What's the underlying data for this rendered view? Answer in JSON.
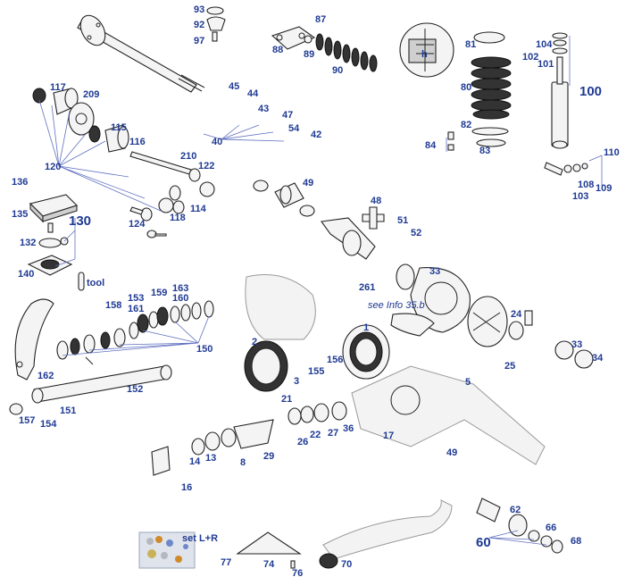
{
  "callouts": [
    {
      "id": "c93",
      "text": "93"
    },
    {
      "id": "c92",
      "text": "92"
    },
    {
      "id": "c97",
      "text": "97"
    },
    {
      "id": "c87",
      "text": "87"
    },
    {
      "id": "c88",
      "text": "88"
    },
    {
      "id": "c89",
      "text": "89"
    },
    {
      "id": "c90",
      "text": "90"
    },
    {
      "id": "c81",
      "text": "81"
    },
    {
      "id": "ch",
      "text": "h"
    },
    {
      "id": "c80",
      "text": "80"
    },
    {
      "id": "c82",
      "text": "82"
    },
    {
      "id": "c83",
      "text": "83"
    },
    {
      "id": "c84",
      "text": "84"
    },
    {
      "id": "c104",
      "text": "104"
    },
    {
      "id": "c102",
      "text": "102"
    },
    {
      "id": "c101",
      "text": "101"
    },
    {
      "id": "c100",
      "text": "100"
    },
    {
      "id": "c110",
      "text": "110"
    },
    {
      "id": "c108",
      "text": "108"
    },
    {
      "id": "c109",
      "text": "109"
    },
    {
      "id": "c103",
      "text": "103"
    },
    {
      "id": "c117",
      "text": "117"
    },
    {
      "id": "c209",
      "text": "209"
    },
    {
      "id": "c45",
      "text": "45"
    },
    {
      "id": "c44",
      "text": "44"
    },
    {
      "id": "c43",
      "text": "43"
    },
    {
      "id": "c47",
      "text": "47"
    },
    {
      "id": "c54",
      "text": "54"
    },
    {
      "id": "c40",
      "text": "40"
    },
    {
      "id": "c42",
      "text": "42"
    },
    {
      "id": "c115",
      "text": "115"
    },
    {
      "id": "c116",
      "text": "116"
    },
    {
      "id": "c120",
      "text": "120"
    },
    {
      "id": "c210",
      "text": "210"
    },
    {
      "id": "c122",
      "text": "122"
    },
    {
      "id": "c136",
      "text": "136"
    },
    {
      "id": "c135",
      "text": "135"
    },
    {
      "id": "c130",
      "text": "130"
    },
    {
      "id": "c132",
      "text": "132"
    },
    {
      "id": "c140",
      "text": "140"
    },
    {
      "id": "ctool",
      "text": "tool"
    },
    {
      "id": "c124",
      "text": "124"
    },
    {
      "id": "c118",
      "text": "118"
    },
    {
      "id": "c114",
      "text": "114"
    },
    {
      "id": "c49a",
      "text": "49"
    },
    {
      "id": "c48",
      "text": "48"
    },
    {
      "id": "c51",
      "text": "51"
    },
    {
      "id": "c52",
      "text": "52"
    },
    {
      "id": "c33a",
      "text": "33"
    },
    {
      "id": "c261",
      "text": "261"
    },
    {
      "id": "cinfo",
      "text": "see Info 35.b"
    },
    {
      "id": "c163",
      "text": "163"
    },
    {
      "id": "c153",
      "text": "153"
    },
    {
      "id": "c159",
      "text": "159"
    },
    {
      "id": "c160",
      "text": "160"
    },
    {
      "id": "c158",
      "text": "158"
    },
    {
      "id": "c161",
      "text": "161"
    },
    {
      "id": "c150",
      "text": "150"
    },
    {
      "id": "c162",
      "text": "162"
    },
    {
      "id": "c152",
      "text": "152"
    },
    {
      "id": "c151",
      "text": "151"
    },
    {
      "id": "c157",
      "text": "157"
    },
    {
      "id": "c154",
      "text": "154"
    },
    {
      "id": "c1",
      "text": "1"
    },
    {
      "id": "c2",
      "text": "2"
    },
    {
      "id": "c3",
      "text": "3"
    },
    {
      "id": "c155",
      "text": "155"
    },
    {
      "id": "c156",
      "text": "156"
    },
    {
      "id": "c24",
      "text": "24"
    },
    {
      "id": "c25",
      "text": "25"
    },
    {
      "id": "c33b",
      "text": "33"
    },
    {
      "id": "c34",
      "text": "34"
    },
    {
      "id": "c5",
      "text": "5"
    },
    {
      "id": "c21",
      "text": "21"
    },
    {
      "id": "c26",
      "text": "26"
    },
    {
      "id": "c22",
      "text": "22"
    },
    {
      "id": "c27",
      "text": "27"
    },
    {
      "id": "c36",
      "text": "36"
    },
    {
      "id": "c17",
      "text": "17"
    },
    {
      "id": "c49b",
      "text": "49"
    },
    {
      "id": "c14",
      "text": "14"
    },
    {
      "id": "c13",
      "text": "13"
    },
    {
      "id": "c8",
      "text": "8"
    },
    {
      "id": "c29",
      "text": "29"
    },
    {
      "id": "c16",
      "text": "16"
    },
    {
      "id": "c62",
      "text": "62"
    },
    {
      "id": "c66",
      "text": "66"
    },
    {
      "id": "c60",
      "text": "60"
    },
    {
      "id": "c68",
      "text": "68"
    },
    {
      "id": "csetlr",
      "text": "set L+R"
    },
    {
      "id": "c77",
      "text": "77"
    },
    {
      "id": "c74",
      "text": "74"
    },
    {
      "id": "c76",
      "text": "76"
    },
    {
      "id": "c70",
      "text": "70"
    }
  ]
}
